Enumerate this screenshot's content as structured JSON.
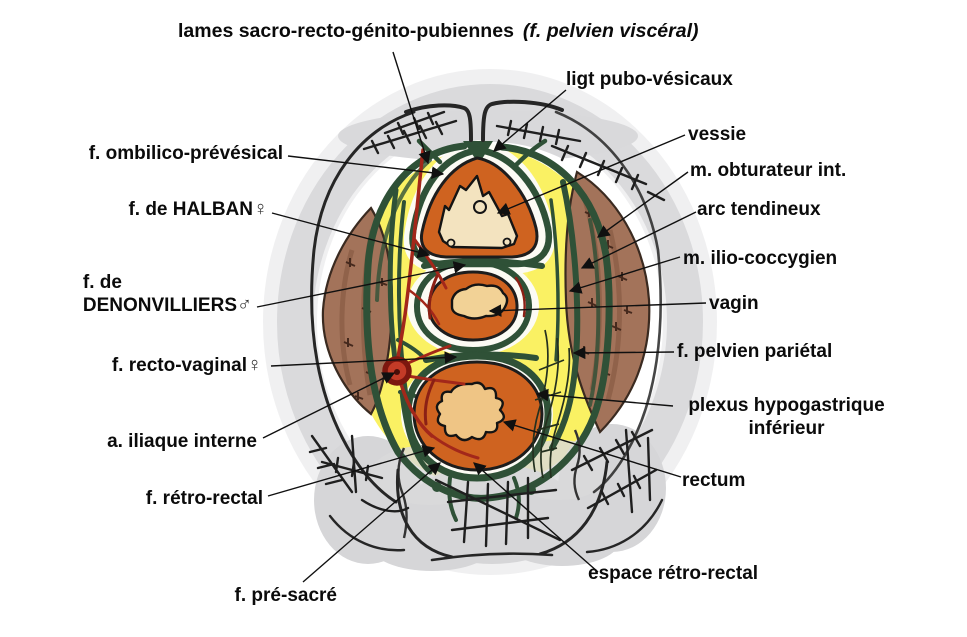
{
  "title": {
    "main": "lames sacro-recto-génito-pubiennes",
    "sub": "(f. pelvien viscéral)"
  },
  "labels": {
    "left": [
      {
        "text": "f. ombilico-prévésical"
      },
      {
        "text": "f. de HALBAN",
        "symbol": "♀"
      },
      {
        "line1": "f. de",
        "line2": "DENONVILLIERS",
        "symbol": "♂"
      },
      {
        "text": "f. recto-vaginal",
        "symbol": "♀"
      },
      {
        "text": "a. iliaque interne"
      },
      {
        "text": "f. rétro-rectal"
      },
      {
        "text": "f. pré-sacré"
      }
    ],
    "right": [
      {
        "text": "ligt pubo-vésicaux"
      },
      {
        "text": "vessie"
      },
      {
        "text": "m. obturateur int."
      },
      {
        "text": "arc tendineux"
      },
      {
        "text": "m. ilio-coccygien"
      },
      {
        "text": "vagin"
      },
      {
        "text": "f. pelvien pariétal"
      },
      {
        "line1": "plexus hypogastrique",
        "line2": "inférieur"
      },
      {
        "text": "rectum"
      },
      {
        "text": "espace rétro-rectal"
      }
    ]
  },
  "colors": {
    "fascia_green": "#2F5137",
    "organ_wall_orange": "#CF6320",
    "organ_lumen_cream": "#F3E3BF",
    "fat_yellow": "#FAF163",
    "muscle_brown": "#A3735A",
    "artery_red": "#A3271A",
    "artery_dark_red": "#7C170F",
    "bone_shading_gray": "#D7D7D9",
    "outline_black": "#262626",
    "leader_line_black": "#101010"
  }
}
